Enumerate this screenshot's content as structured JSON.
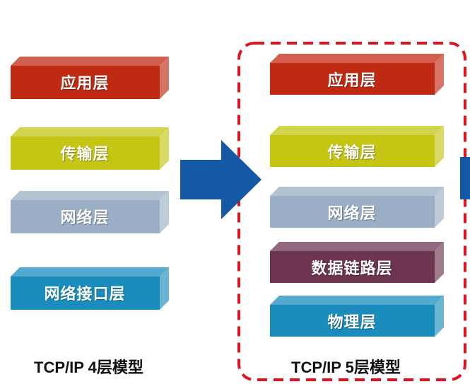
{
  "left_model": {
    "caption": "TCP/IP 4层模型",
    "layers": [
      {
        "label": "应用层",
        "color": "#c02a12"
      },
      {
        "label": "传输层",
        "color": "#c4c613"
      },
      {
        "label": "网络层",
        "color": "#9aafc6"
      },
      {
        "label": "网络接口层",
        "color": "#1a8dbd"
      }
    ]
  },
  "right_model": {
    "caption": "TCP/IP 5层模型",
    "layers": [
      {
        "label": "应用层",
        "color": "#c02a12"
      },
      {
        "label": "传输层",
        "color": "#c4c613"
      },
      {
        "label": "网络层",
        "color": "#9aafc6"
      },
      {
        "label": "数据链路层",
        "color": "#6e3550"
      },
      {
        "label": "物理层",
        "color": "#1a8dbd"
      }
    ]
  },
  "colors": {
    "arrow": "#1559a6",
    "frame": "#e0141e"
  },
  "icons": [
    "right-arrow-icon"
  ]
}
